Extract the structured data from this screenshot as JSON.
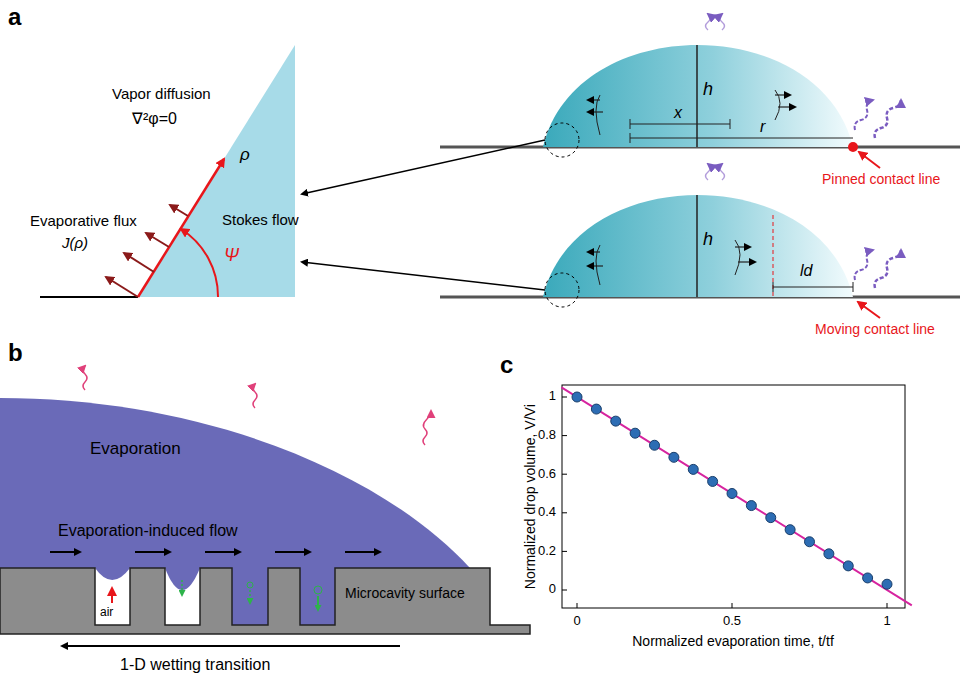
{
  "diagram": {
    "labels": [
      "a",
      "Vapor diffusion",
      "∇²φ=0",
      "Evaporative flux",
      "J(ρ)",
      "ρ",
      "Stokes flow",
      "Ψ",
      "h",
      "x",
      "r",
      "Pinned contact line",
      "h",
      "ld",
      "Moving contact line",
      "b",
      "Evaporation",
      "Evaporation-induced flow",
      "air",
      "Microcavity surface",
      "1-D wetting transition",
      "c",
      "Normalized drop volume, V/Vi",
      "Normalized evaporation time, t/tf",
      "1",
      "0.8",
      "0.6",
      "0.4",
      "0.2",
      "0",
      "0",
      "0.5",
      "1"
    ]
  }
}
